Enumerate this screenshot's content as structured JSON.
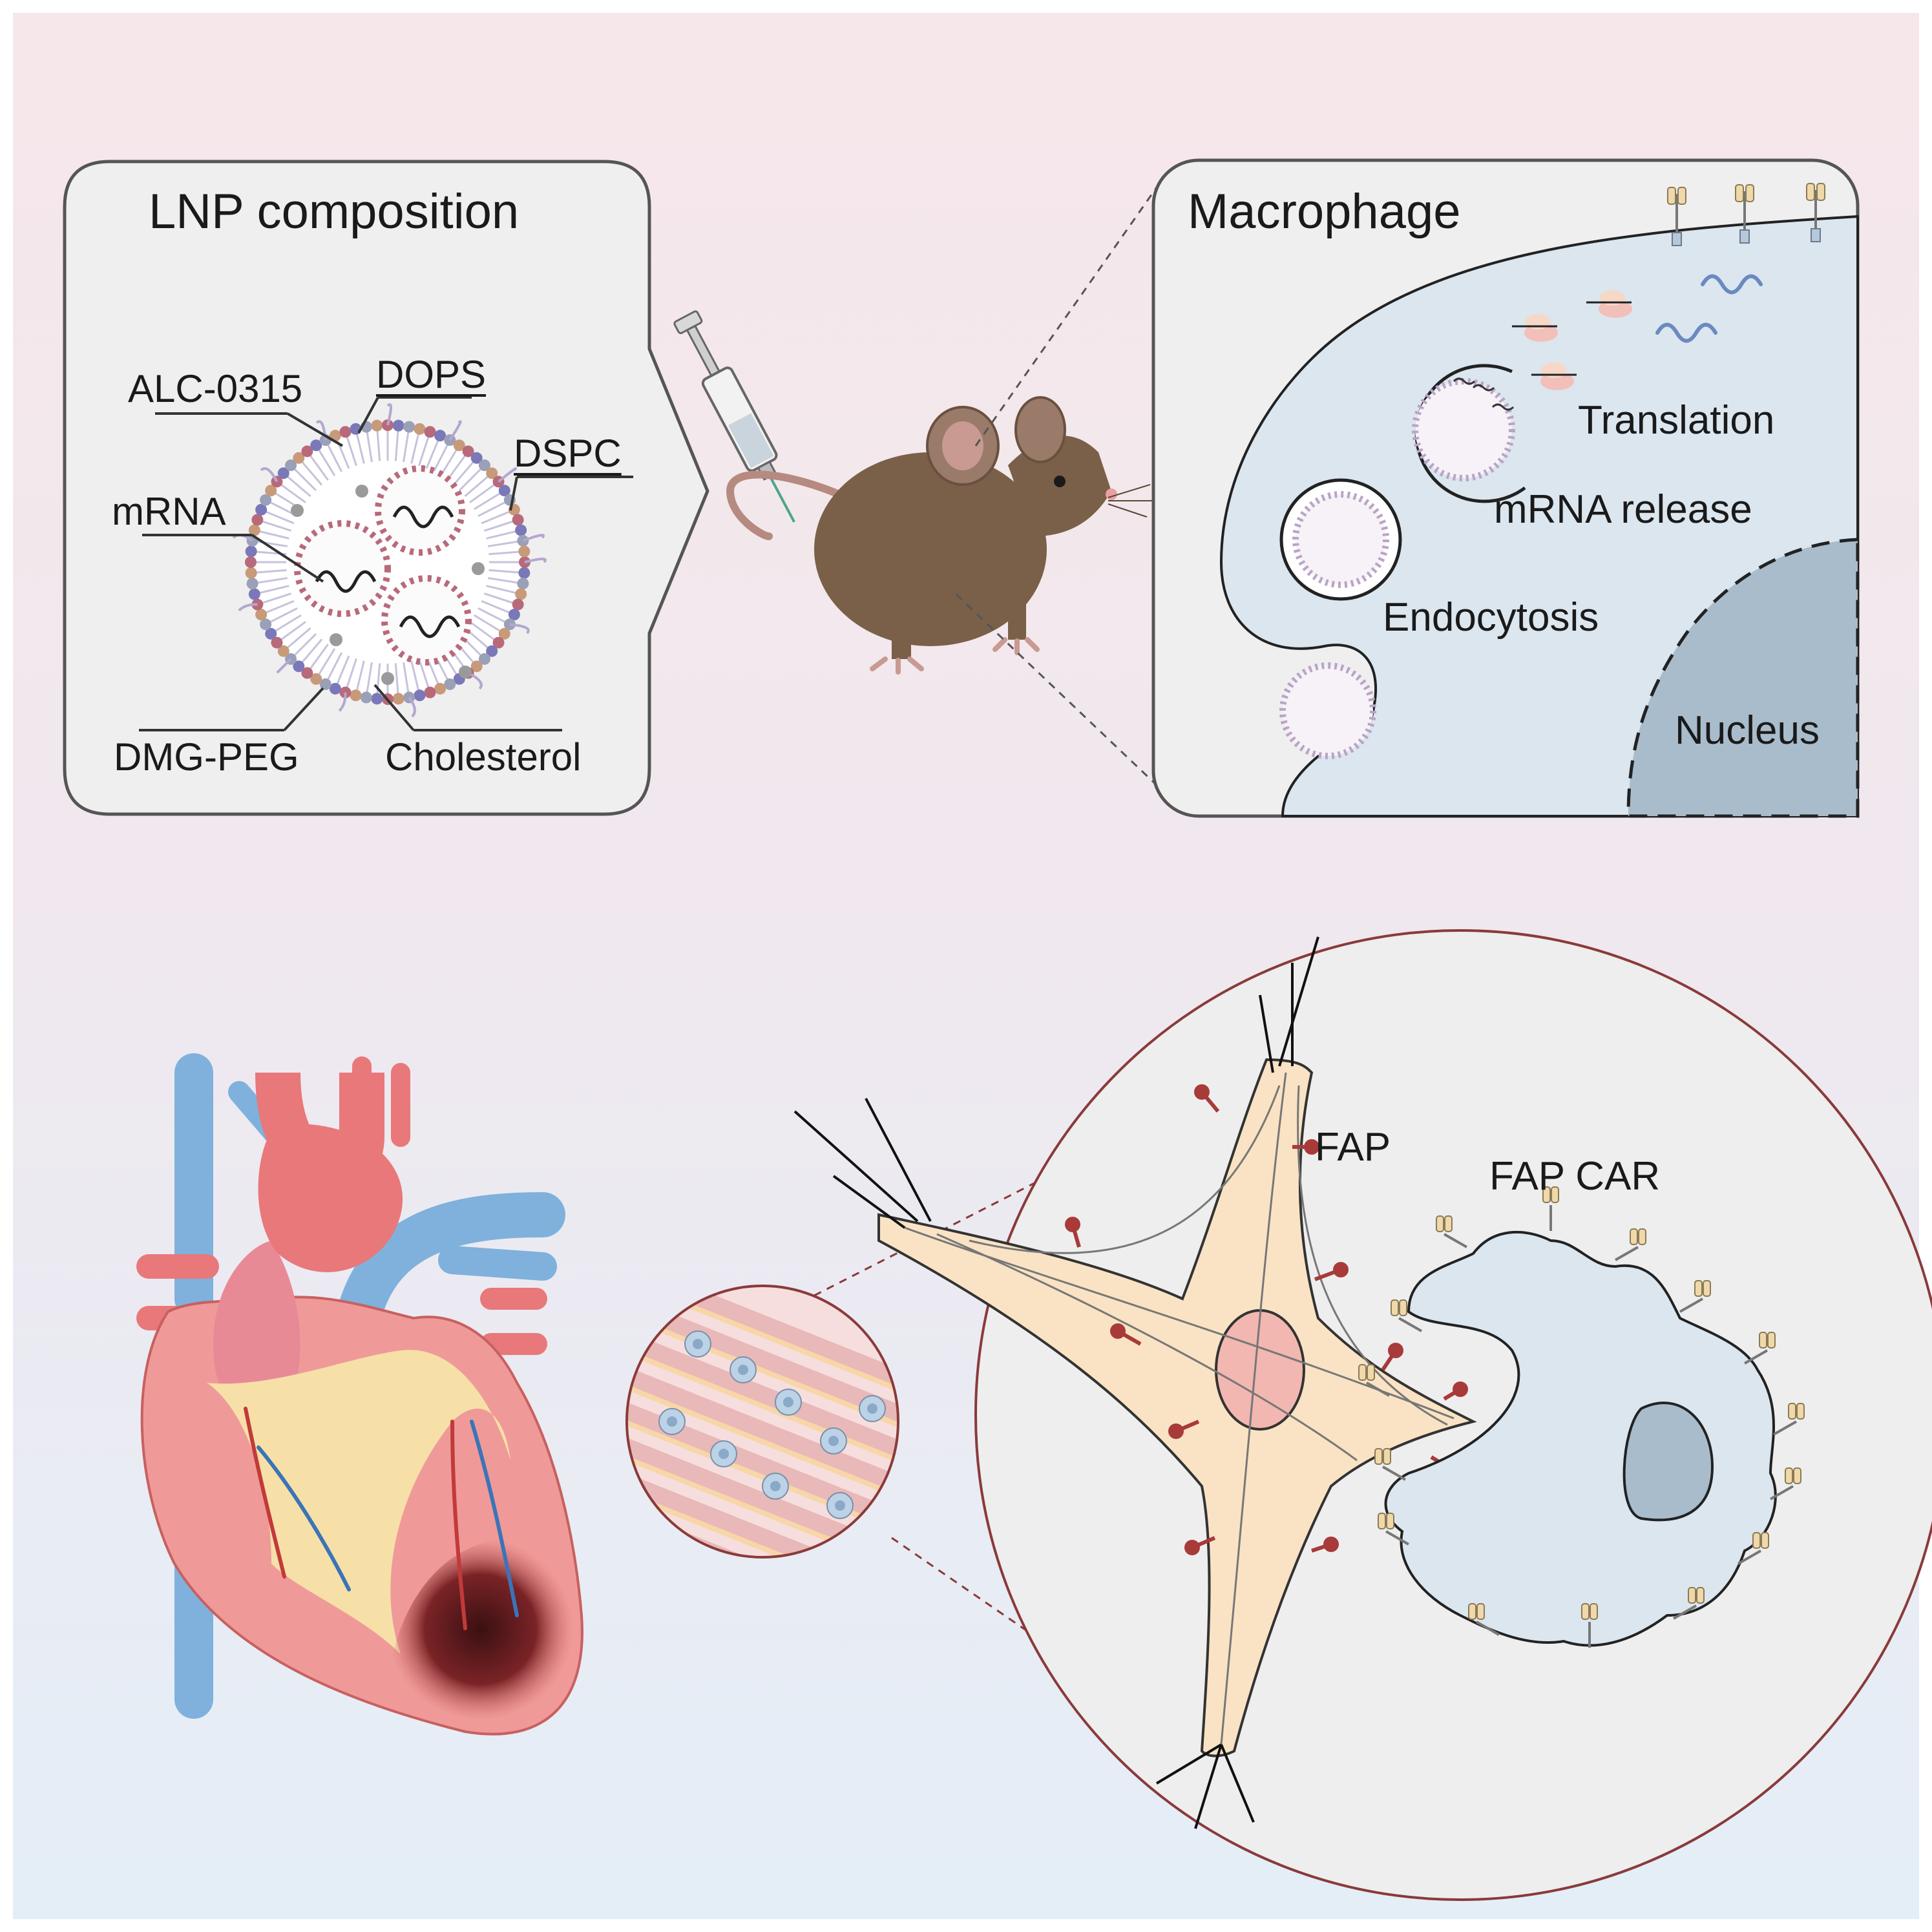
{
  "lnp_panel": {
    "title": "LNP composition",
    "components": {
      "alc": "ALC-0315",
      "dops": "DOPS",
      "dspc": "DSPC",
      "mrna": "mRNA",
      "dmg_peg": "DMG-PEG",
      "cholesterol": "Cholesterol"
    }
  },
  "macrophage_panel": {
    "title": "Macrophage",
    "steps": {
      "translation": "Translation",
      "mrna_release": "mRNA release",
      "endocytosis": "Endocytosis",
      "nucleus": "Nucleus"
    }
  },
  "bottom": {
    "fap": "FAP",
    "fap_car": "FAP CAR"
  },
  "colors": {
    "bg_top": "#f6e7ea",
    "bg_bottom": "#e4eef7",
    "panel_fill": "#efefef",
    "panel_stroke": "#555555",
    "macrophage_cell": "#dbe6ef",
    "nucleus": "#a9bccb",
    "fibroblast": "#f9e3c4",
    "fap_marker": "#a83a3a",
    "circle_stroke": "#8a3a3a",
    "mouse": "#7a6048",
    "heart_red": "#e8787a",
    "vessel_blue": "#7fb1dc"
  }
}
